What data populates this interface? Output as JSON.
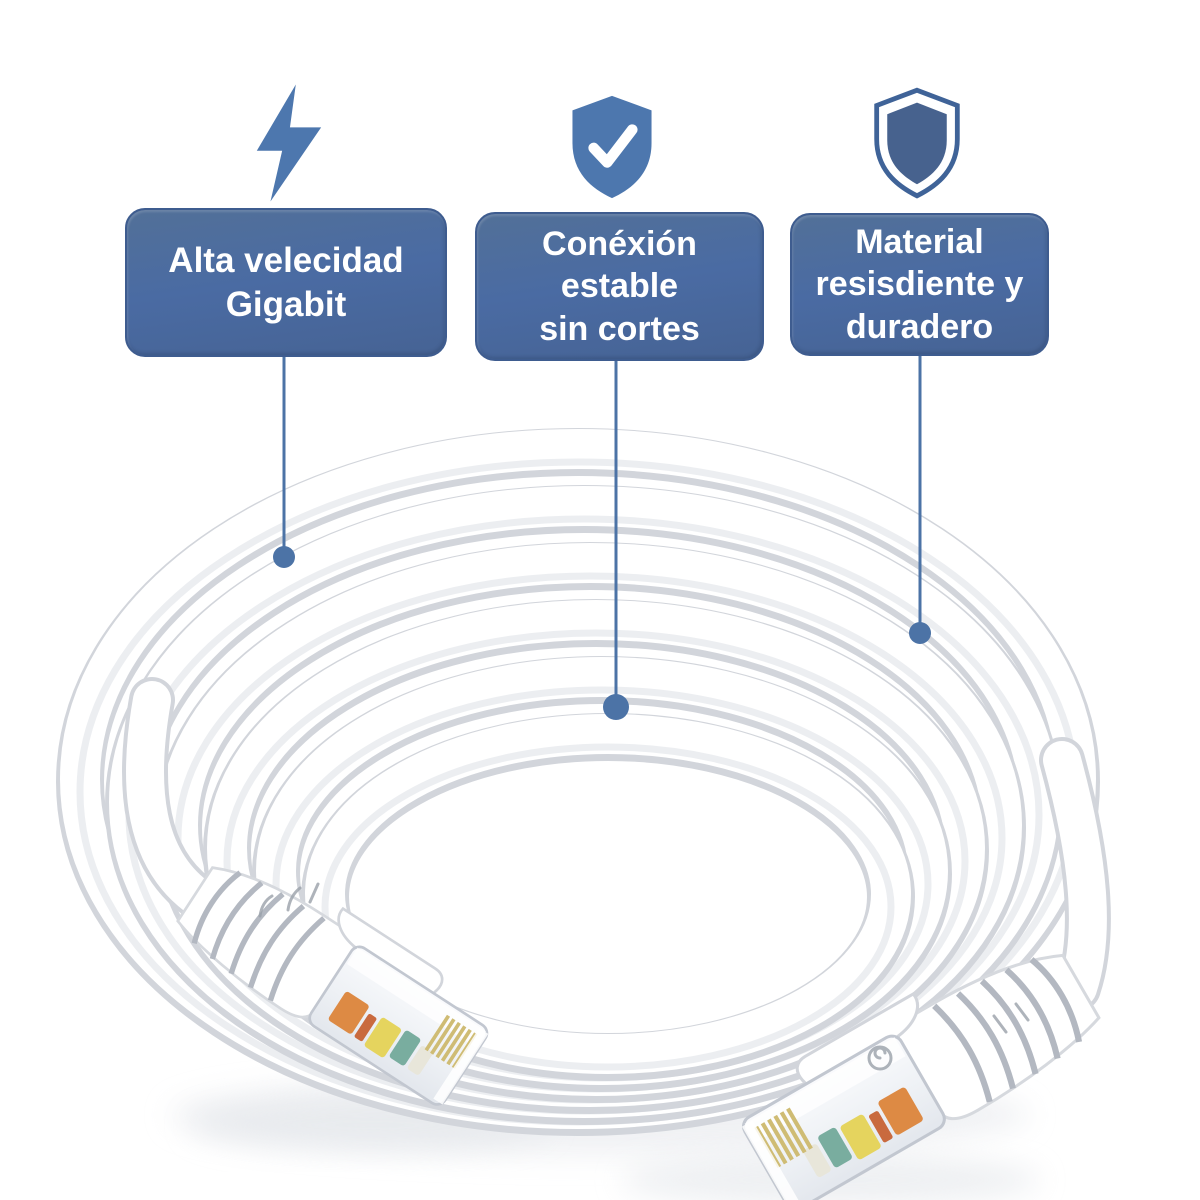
{
  "features": [
    {
      "icon": "lightning-icon",
      "label": "Alta velecidad\nGigabit"
    },
    {
      "icon": "shield-check-icon",
      "label": "Conéxión\nestable\nsin cortes"
    },
    {
      "icon": "shield-icon",
      "label": "Material\nresisdiente y\nduradero"
    }
  ],
  "colors": {
    "box_fill_top": "#527098",
    "box_fill": "#4a6ba3",
    "box_fill_bottom": "#466394",
    "box_border": "#3e5c8f",
    "icon_blue": "#4d77ae",
    "icon_navy_outline": "#3f6398",
    "icon_navy_fill": "#47628e",
    "leader_line": "#4c73a6",
    "text": "#ffffff",
    "cable_white": "#ffffff",
    "cable_shadow": "#d2d5db"
  }
}
